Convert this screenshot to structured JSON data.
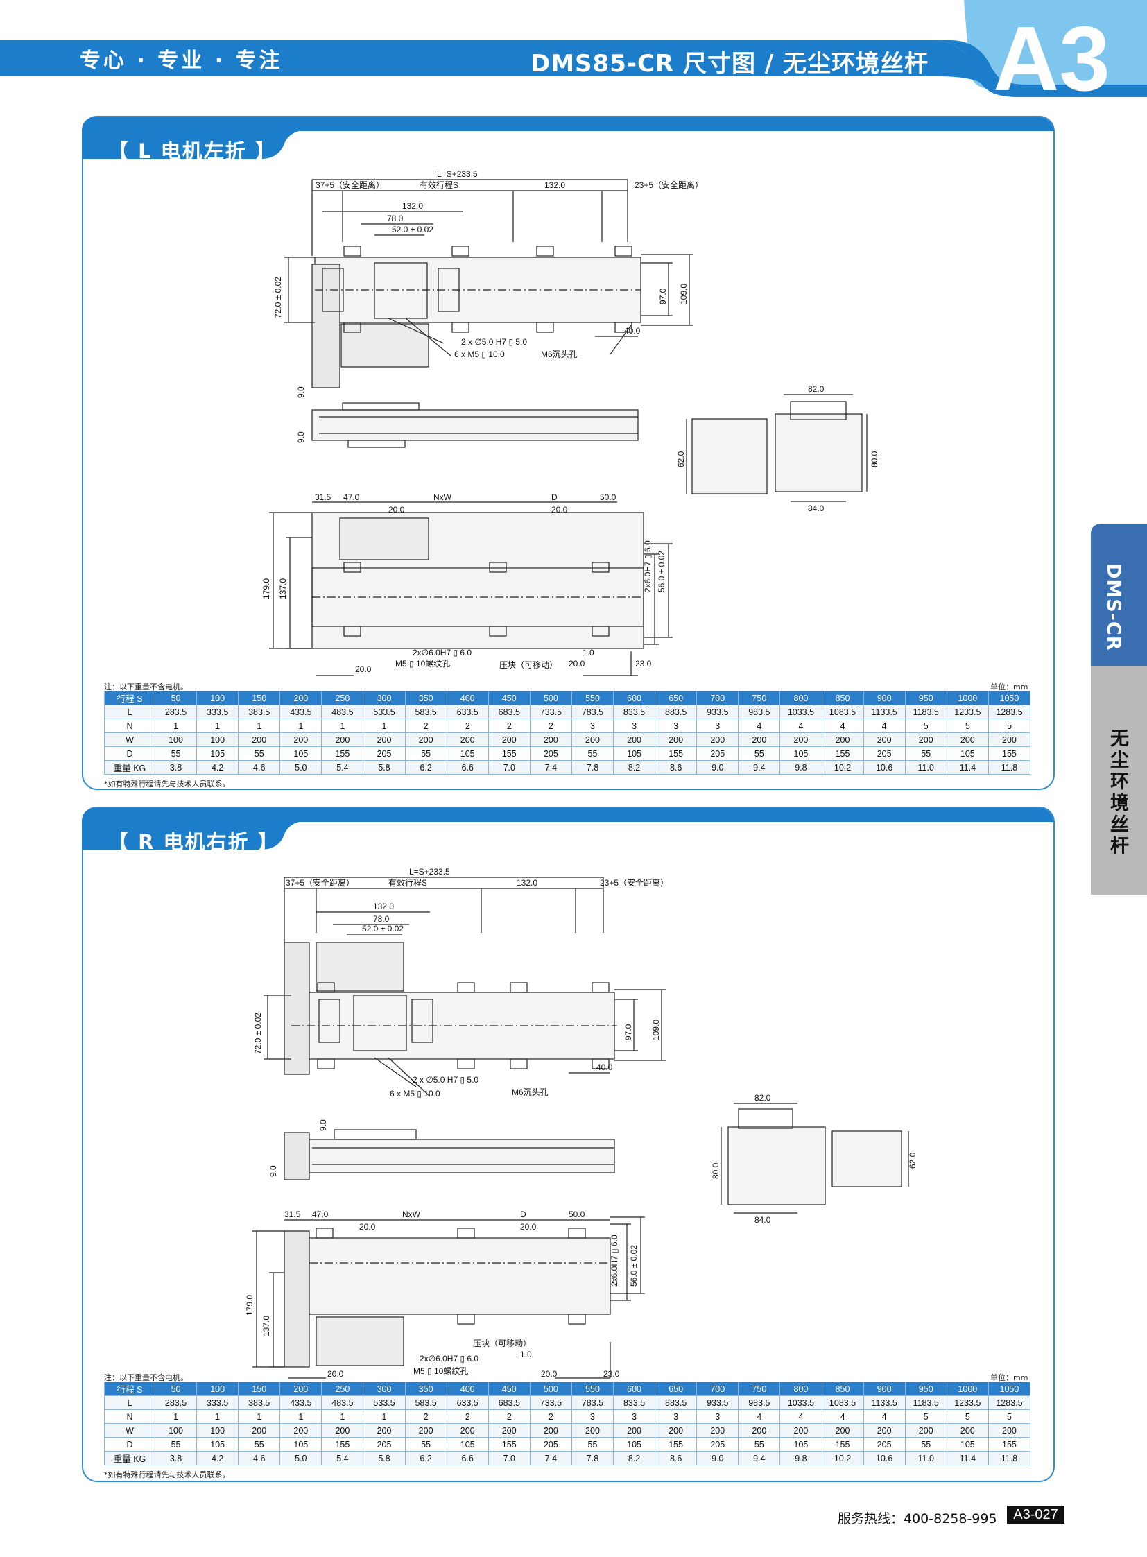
{
  "header": {
    "slogan": "专心 · 专业 · 专注",
    "title": "DMS85-CR 尺寸图 / 无尘环境丝杆",
    "section": "A3",
    "brand_color": "#1c7ecb"
  },
  "side_tab": {
    "model": "DMS-CR",
    "category": "无尘环境丝杆"
  },
  "panels": [
    {
      "tab": "【 L  电机左折 】",
      "dims_top": {
        "L": "L=S+233.5",
        "safe_left": "37+5（安全距离）",
        "stroke": "有效行程S",
        "d132": "132.0",
        "safe_right": "23+5（安全距离）",
        "d132b": "132.0",
        "d78": "78.0",
        "d52": "52.0 ± 0.02",
        "d72": "72.0 ± 0.02",
        "d97": "97.0",
        "d109": "109.0",
        "d40": "40.0",
        "hole1": "2 x ∅5.0 H7 ▯ 5.0",
        "hole2": "6 x M5 ▯ 10.0",
        "hole3": "M6沉头孔"
      },
      "dims_side": {
        "d9a": "9.0",
        "d9b": "9.0"
      },
      "dims_end": {
        "d82": "82.0",
        "d62": "62.0",
        "d80": "80.0",
        "d84": "84.0"
      },
      "dims_bottom": {
        "d31": "31.5",
        "d47": "47.0",
        "nxw": "NxW",
        "d": "D",
        "d50": "50.0",
        "d20a": "20.0",
        "d20b": "20.0",
        "d179": "179.0",
        "d137": "137.0",
        "h6": "2x6.0H7 ▯ 6.0",
        "d56": "56.0 ± 0.02",
        "hole4": "2x∅6.0H7 ▯ 6.0",
        "m5": "M5 ▯ 10螺纹孔",
        "slider": "压块（可移动）",
        "d1": "1.0",
        "d20c": "20.0",
        "d20d": "20.0",
        "d23": "23.0"
      },
      "note_top": "注：以下重量不含电机。",
      "unit": "单位：mm",
      "note_bottom": "*如有特殊行程请先与技术人员联系。"
    },
    {
      "tab": "【 R  电机右折 】",
      "dims_top": {
        "L": "L=S+233.5",
        "safe_left": "37+5（安全距离）",
        "stroke": "有效行程S",
        "d132": "132.0",
        "safe_right": "23+5（安全距离）",
        "d132b": "132.0",
        "d78": "78.0",
        "d52": "52.0 ± 0.02",
        "d72": "72.0 ± 0.02",
        "d97": "97.0",
        "d109": "109.0",
        "d40": "40.0",
        "hole1": "2 x ∅5.0 H7 ▯ 5.0",
        "hole2": "6 x M5 ▯ 10.0",
        "hole3": "M6沉头孔"
      },
      "dims_side": {
        "d9a": "9.0",
        "d9b": "9.0"
      },
      "dims_end": {
        "d82": "82.0",
        "d62": "62.0",
        "d80": "80.0",
        "d84": "84.0"
      },
      "dims_bottom": {
        "d31": "31.5",
        "d47": "47.0",
        "nxw": "NxW",
        "d": "D",
        "d50": "50.0",
        "d20a": "20.0",
        "d20b": "20.0",
        "d179": "179.0",
        "d137": "137.0",
        "h6": "2x6.0H7 ▯ 6.0",
        "d56": "56.0 ± 0.02",
        "hole4": "2x∅6.0H7 ▯ 6.0",
        "m5": "M5 ▯ 10螺纹孔",
        "slider": "压块（可移动）",
        "d1": "1.0",
        "d20c": "20.0",
        "d20d": "20.0",
        "d23": "23.0"
      },
      "note_top": "注：以下重量不含电机。",
      "unit": "单位：mm",
      "note_bottom": "*如有特殊行程请先与技术人员联系。"
    }
  ],
  "spec_table": {
    "rows": [
      {
        "label": "行程 S",
        "values": [
          "50",
          "100",
          "150",
          "200",
          "250",
          "300",
          "350",
          "400",
          "450",
          "500",
          "550",
          "600",
          "650",
          "700",
          "750",
          "800",
          "850",
          "900",
          "950",
          "1000",
          "1050"
        ]
      },
      {
        "label": "L",
        "values": [
          "283.5",
          "333.5",
          "383.5",
          "433.5",
          "483.5",
          "533.5",
          "583.5",
          "633.5",
          "683.5",
          "733.5",
          "783.5",
          "833.5",
          "883.5",
          "933.5",
          "983.5",
          "1033.5",
          "1083.5",
          "1133.5",
          "1183.5",
          "1233.5",
          "1283.5"
        ]
      },
      {
        "label": "N",
        "values": [
          "1",
          "1",
          "1",
          "1",
          "1",
          "1",
          "2",
          "2",
          "2",
          "2",
          "3",
          "3",
          "3",
          "3",
          "4",
          "4",
          "4",
          "4",
          "5",
          "5",
          "5"
        ]
      },
      {
        "label": "W",
        "values": [
          "100",
          "100",
          "200",
          "200",
          "200",
          "200",
          "200",
          "200",
          "200",
          "200",
          "200",
          "200",
          "200",
          "200",
          "200",
          "200",
          "200",
          "200",
          "200",
          "200",
          "200"
        ]
      },
      {
        "label": "D",
        "values": [
          "55",
          "105",
          "55",
          "105",
          "155",
          "205",
          "55",
          "105",
          "155",
          "205",
          "55",
          "105",
          "155",
          "205",
          "55",
          "105",
          "155",
          "205",
          "55",
          "105",
          "155"
        ]
      },
      {
        "label": "重量 KG",
        "values": [
          "3.8",
          "4.2",
          "4.6",
          "5.0",
          "5.4",
          "5.8",
          "6.2",
          "6.6",
          "7.0",
          "7.4",
          "7.8",
          "8.2",
          "8.6",
          "9.0",
          "9.4",
          "9.8",
          "10.2",
          "10.6",
          "11.0",
          "11.4",
          "11.8"
        ]
      }
    ]
  },
  "footer": {
    "hotline": "服务热线：400-8258-995",
    "page": "A3-027"
  }
}
